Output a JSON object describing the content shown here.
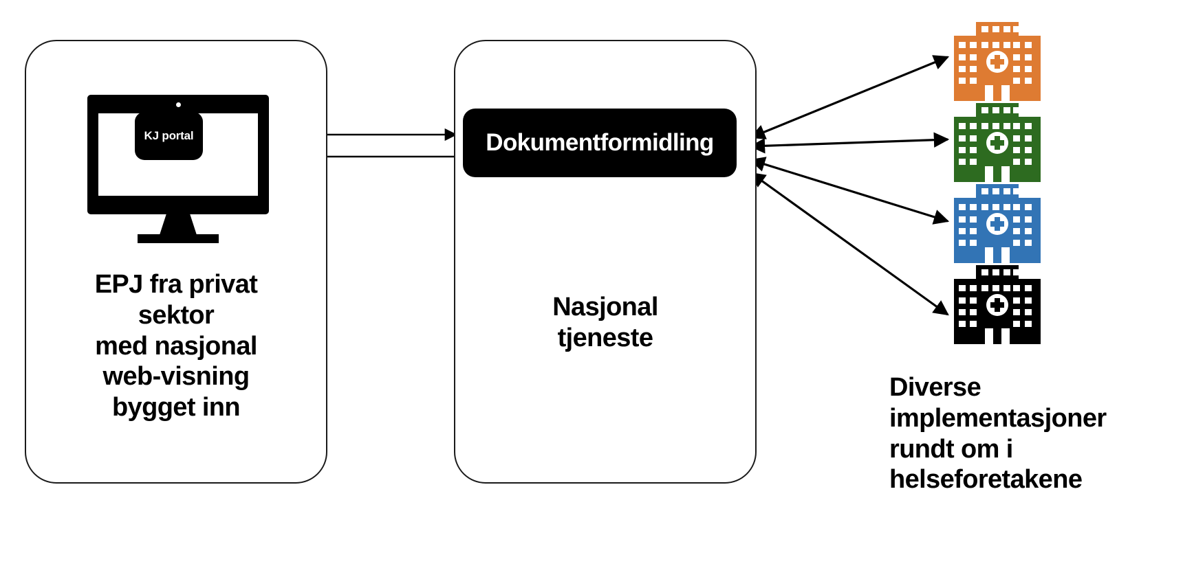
{
  "diagram": {
    "title": "Dokumentformidling - nasjonal tjeneste arkitektur",
    "background": "#ffffff",
    "line_color": "#000000"
  },
  "left_panel": {
    "name": "EPJ privat sektor",
    "caption": "EPJ fra privat\nsektor\nmed nasjonal\nweb-visning\nbygget inn",
    "monitor": {
      "icon": "desktop-monitor-icon",
      "screen_chip_label": "KJ portal"
    }
  },
  "middle_panel": {
    "name": "Nasjonal tjeneste",
    "service_label": "Dokumentformidling",
    "caption": "Nasjonal\ntjeneste"
  },
  "right_panel": {
    "caption": "Diverse\nimplementasjoner\nrundt om i\nhelseforetakene",
    "hospitals": [
      {
        "icon": "hospital-building-icon",
        "color": "#DE7B32",
        "label": "hospital-orange"
      },
      {
        "icon": "hospital-building-icon",
        "color": "#2D6B20",
        "label": "hospital-green"
      },
      {
        "icon": "hospital-building-icon",
        "color": "#3274B5",
        "label": "hospital-blue"
      },
      {
        "icon": "hospital-building-icon",
        "color": "#000000",
        "label": "hospital-black"
      }
    ]
  },
  "connections": {
    "portal_to_service": {
      "direction": "right",
      "description": "KJ portal sender til Dokumentformidling"
    },
    "service_to_portal": {
      "direction": "left",
      "description": "Dokumentformidling svarer til KJ portal"
    },
    "service_to_hospitals": {
      "direction": "bidirectional",
      "count": 4,
      "description": "Dokumentformidling utveksler med helseforetakene"
    }
  },
  "colors": {
    "orange": "#DE7B32",
    "green": "#2D6B20",
    "blue": "#3274B5",
    "black": "#000000",
    "white": "#ffffff"
  }
}
